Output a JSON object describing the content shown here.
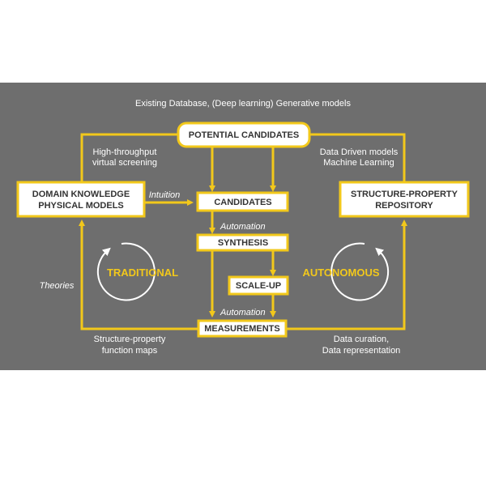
{
  "header": {
    "text": "Existing Database, (Deep learning) Generative models"
  },
  "boxes": {
    "potential_candidates": "POTENTIAL CANDIDATES",
    "domain_knowledge": [
      "DOMAIN KNOWLEDGE",
      "PHYSICAL MODELS"
    ],
    "structure_property": [
      "STRUCTURE-PROPERTY",
      "REPOSITORY"
    ],
    "candidates": "CANDIDATES",
    "synthesis": "SYNTHESIS",
    "scale_up": "SCALE-UP",
    "measurements": "MEASUREMENTS"
  },
  "annotations": {
    "high_throughput": [
      "High-throughput",
      "virtual screening"
    ],
    "data_driven": [
      "Data Driven models",
      "Machine Learning"
    ],
    "intuition": "Intuition",
    "automation_1": "Automation",
    "automation_2": "Automation",
    "theories": "Theories",
    "structure_function": [
      "Structure-property",
      "function maps"
    ],
    "data_curation": [
      "Data curation,",
      "Data representation"
    ]
  },
  "cycles": {
    "left": "TRADITIONAL",
    "right": "AUTONOMOUS"
  },
  "colors": {
    "panel": "#6e6e6e",
    "accent": "#f2c81b",
    "box_fill": "#ffffff",
    "box_text": "#333333",
    "text": "#ffffff"
  }
}
